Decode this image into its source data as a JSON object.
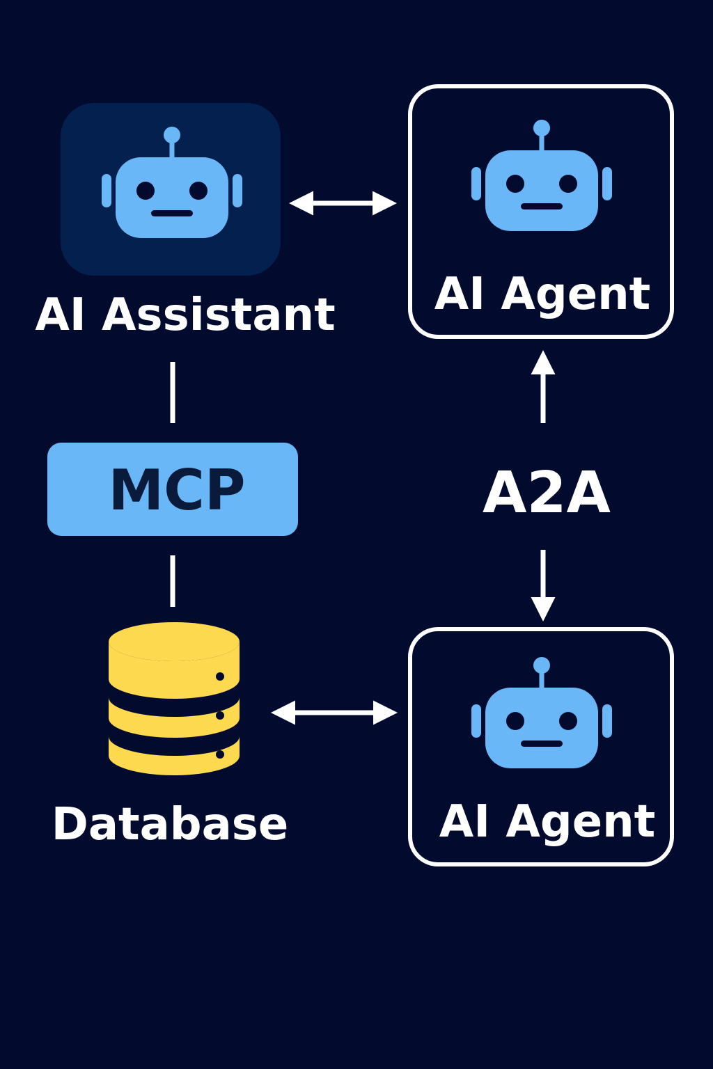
{
  "colors": {
    "background": "#020a2e",
    "robot": "#6ab7f7",
    "assistant_tile": "#04204f",
    "mcp_box": "#6ab7f7",
    "mcp_text": "#0a1a3a",
    "database": "#fdd94f",
    "line": "#ffffff"
  },
  "nodes": {
    "assistant": {
      "label": "AI Assistant",
      "icon": "robot-icon"
    },
    "agent_top": {
      "label": "AI Agent",
      "icon": "robot-icon"
    },
    "agent_bottom": {
      "label": "AI Agent",
      "icon": "robot-icon"
    },
    "mcp": {
      "label": "MCP"
    },
    "database": {
      "label": "Database",
      "icon": "database-icon"
    }
  },
  "protocols": {
    "a2a": "A2A"
  }
}
